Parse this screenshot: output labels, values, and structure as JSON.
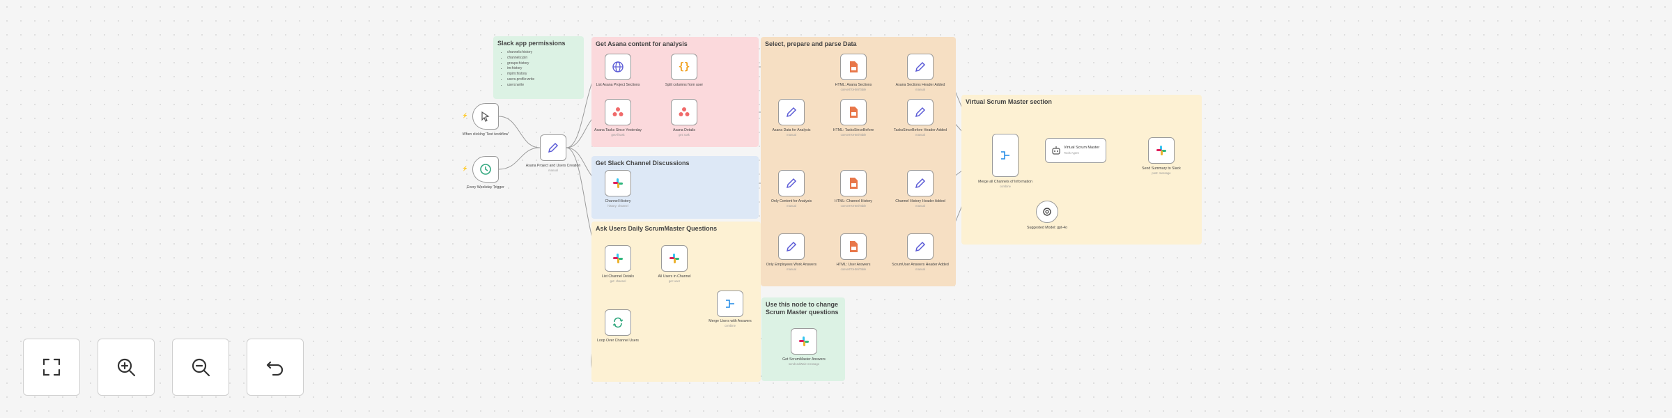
{
  "stickies": {
    "slack_permissions": {
      "title": "Slack app permissions",
      "items": [
        "channels:history",
        "channels:join",
        "groups:history",
        "im:history",
        "mpim:history",
        "users.profile:write",
        "users:write"
      ]
    },
    "get_asana": {
      "title": "Get Asana content for analysis"
    },
    "select_prepare": {
      "title": "Select, prepare and parse Data"
    },
    "slack_channel": {
      "title": "Get Slack Channel Discussions"
    },
    "ask_users": {
      "title": "Ask Users Daily ScrumMaster Questions"
    },
    "use_node": {
      "title": "Use this node to change Scrum Master questions"
    },
    "virtual_sm": {
      "title": "Virtual Scrum Master section"
    }
  },
  "nodes": {
    "monday_trigger": {
      "label": "When clicking 'Test workflow'",
      "icon": "cursor-icon"
    },
    "weekday_trigger": {
      "label": "Every Weekday Trigger",
      "icon": "clock-icon"
    },
    "asana_project": {
      "label": "Asana Project and Users Creation",
      "sub": "manual",
      "icon": "pencil-icon"
    },
    "list_asana": {
      "label": "List Asana Project Sections",
      "icon": "globe-icon"
    },
    "split_columns": {
      "label": "Split columns from user",
      "icon": "code-icon"
    },
    "asana_tasks_today": {
      "label": "Asana Tasks Since Yesterday",
      "sub": "getAll task",
      "icon": "asana-icon"
    },
    "asana_details": {
      "label": "Asana Details",
      "sub": "get: task",
      "icon": "asana-icon"
    },
    "channel_history": {
      "label": "Channel History",
      "sub": "history: channel",
      "icon": "slack-icon"
    },
    "list_channel_details": {
      "label": "List Channel Details",
      "sub": "get: channel",
      "icon": "slack-icon"
    },
    "all_users": {
      "label": "All Users in Channel",
      "sub": "get: user",
      "icon": "slack-icon"
    },
    "merge_users": {
      "label": "Merge Users with Answers",
      "sub": "combine",
      "icon": "merge-icon"
    },
    "loop_users": {
      "label": "Loop Over Channel Users",
      "icon": "loop-icon"
    },
    "get_scrum_q": {
      "label": "Get ScrumMaster Answers",
      "sub": "sendAndWait: message",
      "icon": "slack-icon"
    },
    "html_asana_sections": {
      "label": "HTML: Asana Sections",
      "sub": "convertToHtmlTable",
      "icon": "html-icon"
    },
    "asana_sections_header": {
      "label": "Asana Sections Header Added",
      "sub": "manual",
      "icon": "pencil-icon"
    },
    "asana_data": {
      "label": "Asana Data for Analysis",
      "sub": "manual",
      "icon": "pencil-icon"
    },
    "html_tasks": {
      "label": "HTML: TasksSinceBefore",
      "sub": "convertToHtmlTable",
      "icon": "html-icon"
    },
    "tasks_header": {
      "label": "TasksSinceBefore Header Added",
      "sub": "manual",
      "icon": "pencil-icon"
    },
    "only_content": {
      "label": "Only Content for Analysis",
      "sub": "manual",
      "icon": "pencil-icon"
    },
    "html_channel": {
      "label": "HTML: Channel History",
      "sub": "convertToHtmlTable",
      "icon": "html-icon"
    },
    "channel_header": {
      "label": "Channel History Header Added",
      "sub": "manual",
      "icon": "pencil-icon"
    },
    "only_employee": {
      "label": "Only Employees Work Answers",
      "sub": "manual",
      "icon": "pencil-icon"
    },
    "html_user_answers": {
      "label": "HTML: User Answers",
      "sub": "convertToHtmlTable",
      "icon": "html-icon"
    },
    "scrumuser_header": {
      "label": "ScrumUser Answers Header Added",
      "sub": "manual",
      "icon": "pencil-icon"
    },
    "merge_all": {
      "label": "Merge all Channels of Information",
      "sub": "combine",
      "icon": "merge-icon"
    },
    "virtual_scrum": {
      "label": "Virtual Scrum Master",
      "sub": "Tools Agent",
      "icon": "bot-icon"
    },
    "suggested_model": {
      "label": "Suggested Model: gpt-4o",
      "icon": "openai-icon"
    },
    "send_summary": {
      "label": "Send Summary to Slack",
      "sub": "post: message",
      "icon": "slack-icon"
    }
  },
  "controls": [
    {
      "name": "fit-view-button",
      "icon": "fullscreen-icon"
    },
    {
      "name": "zoom-in-button",
      "icon": "zoom-in-icon"
    },
    {
      "name": "zoom-out-button",
      "icon": "zoom-out-icon"
    },
    {
      "name": "reset-zoom-button",
      "icon": "undo-icon"
    }
  ],
  "colors": {
    "canvas": "#f5f5f5",
    "asana": "#f06a6a",
    "html": "#e8774a",
    "pencil": "#5b5bd6",
    "trigger": "#e8567a"
  }
}
